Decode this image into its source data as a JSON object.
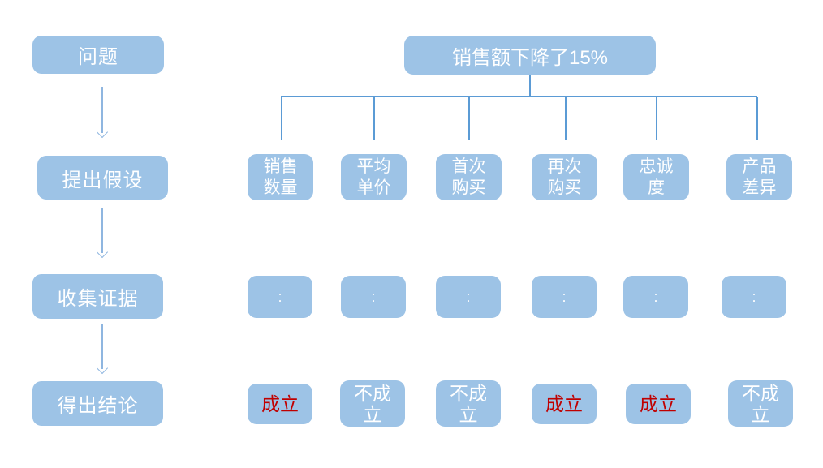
{
  "colors": {
    "box_fill": "#9DC3E6",
    "connector_line": "#5B9BD5",
    "arrow": "#8FB6E0",
    "text_white": "#FFFFFF",
    "conclusion_valid": "#C00000",
    "conclusion_invalid": "#FFFFFF"
  },
  "process_steps": [
    {
      "label": "问题"
    },
    {
      "label": "提出假设"
    },
    {
      "label": "收集证据"
    },
    {
      "label": "得出结论"
    }
  ],
  "problem": {
    "label": "销售额下降了15%"
  },
  "columns": [
    {
      "hypothesis": "销售数量",
      "hypothesis_lines": [
        "销售",
        "数量"
      ],
      "evidence": ":",
      "conclusion": "成立",
      "conclusion_color": "#C00000"
    },
    {
      "hypothesis": "平均单价",
      "hypothesis_lines": [
        "平均",
        "单价"
      ],
      "evidence": ":",
      "conclusion": "不成立",
      "conclusion_color": "#FFFFFF"
    },
    {
      "hypothesis": "首次购买",
      "hypothesis_lines": [
        "首次",
        "购买"
      ],
      "evidence": ":",
      "conclusion": "不成立",
      "conclusion_color": "#FFFFFF"
    },
    {
      "hypothesis": "再次购买",
      "hypothesis_lines": [
        "再次",
        "购买"
      ],
      "evidence": ":",
      "conclusion": "成立",
      "conclusion_color": "#C00000"
    },
    {
      "hypothesis": "忠诚度",
      "hypothesis_lines": [
        "忠诚",
        "度"
      ],
      "evidence": ":",
      "conclusion": "成立",
      "conclusion_color": "#C00000"
    },
    {
      "hypothesis": "产品差异",
      "hypothesis_lines": [
        "产品",
        "差异"
      ],
      "evidence": ":",
      "conclusion": "不成立",
      "conclusion_color": "#FFFFFF"
    }
  ]
}
